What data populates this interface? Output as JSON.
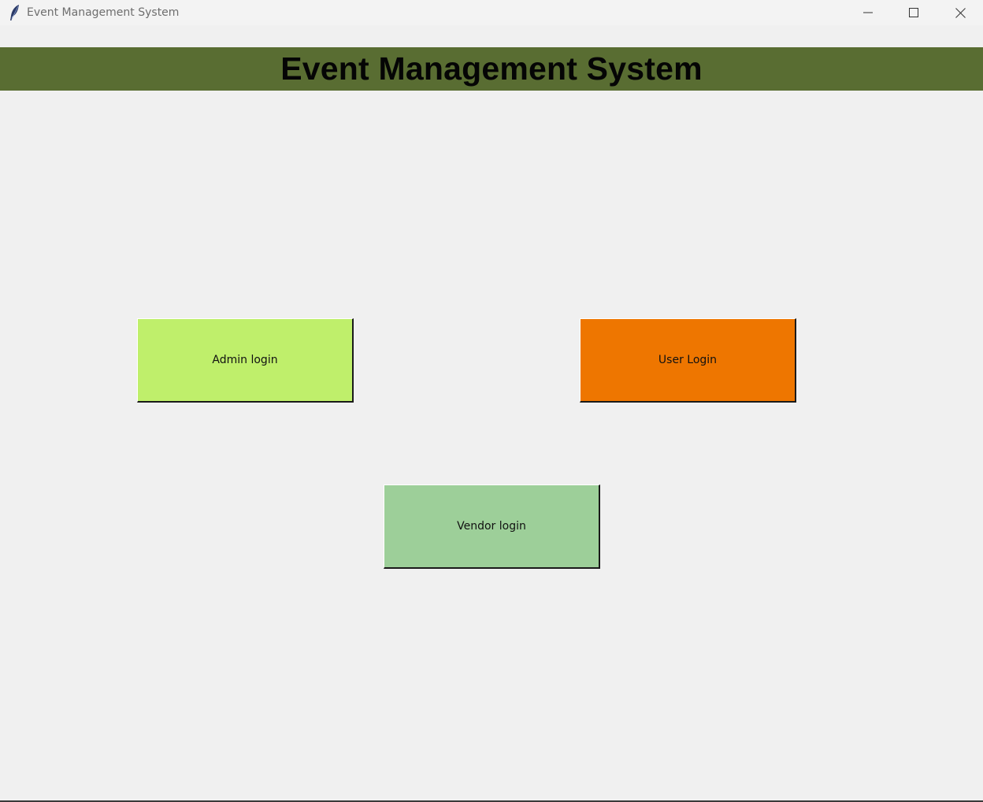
{
  "window": {
    "title": "Event Management System",
    "app_icon": "feather-icon",
    "controls": {
      "minimize_icon": "minimize-icon",
      "maximize_icon": "maximize-icon",
      "close_icon": "close-icon"
    }
  },
  "header": {
    "title": "Event Management System",
    "background_color": "#596d32"
  },
  "buttons": {
    "admin": {
      "label": "Admin login",
      "color": "#bfef6b"
    },
    "user": {
      "label": "User Login",
      "color": "#ee7600"
    },
    "vendor": {
      "label": "Vendor login",
      "color": "#9dcf99"
    }
  }
}
